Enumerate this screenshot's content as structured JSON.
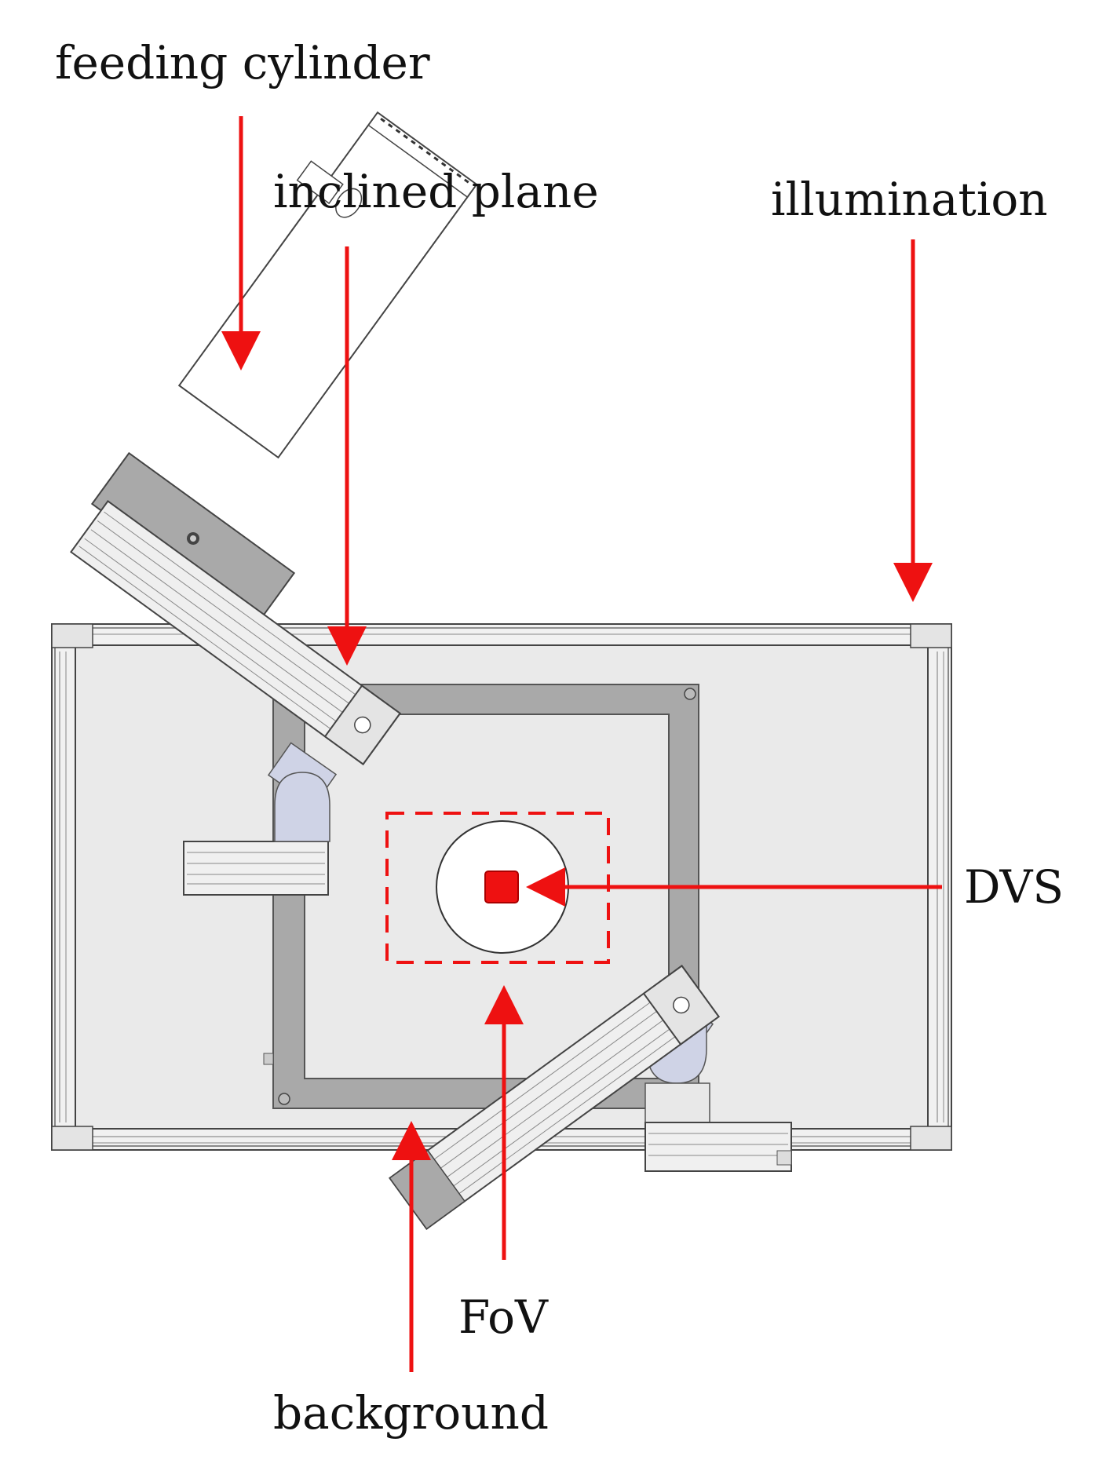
{
  "labels": {
    "feeding_cylinder": "feeding cylinder",
    "inclined_plane": "inclined plane",
    "illumination": "illumination",
    "dvs": "DVS",
    "fov": "FoV",
    "background": "background"
  },
  "colors": {
    "annotation": "#ee1111",
    "frame": "#dcdcdc",
    "background_panel": "#eaeaea",
    "plate": "#a9a9a9",
    "rail": "#efefef",
    "cylinder": "#ffffff",
    "motor": "#cfd3e6",
    "dvs_sensor": "#ee1111"
  }
}
